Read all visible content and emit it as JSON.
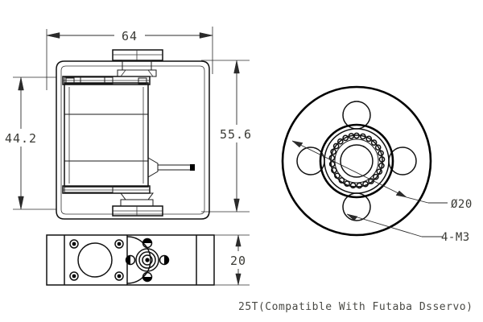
{
  "drawing": {
    "title_caption": "25T(Compatible With Futaba Dsservo)",
    "background_color": "#ffffff",
    "line_color": "#1a1a1a",
    "text_color": "#3a3a35"
  },
  "dimensions": {
    "width_top": "64",
    "height_left": "44.2",
    "height_right": "55.6",
    "thickness_bottom": "20"
  },
  "callouts": {
    "bore_diameter": "Ø20",
    "mounting_holes": "4-M3"
  },
  "views": {
    "front_view_name": "servo-front-view",
    "bottom_view_name": "servo-bottom-view",
    "disc_view_name": "servo-horn-disc-view"
  }
}
